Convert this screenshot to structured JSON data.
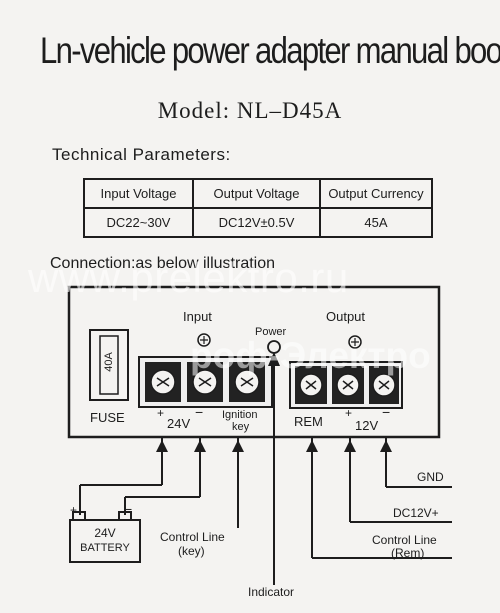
{
  "title": "Ln-vehicle power adapter manual book",
  "model": "Model:  NL–D45A",
  "technical_parameters": {
    "heading": "Technical Parameters:",
    "headers": [
      "Input Voltage",
      "Output Voltage",
      "Output Currency"
    ],
    "values": [
      "DC22~30V",
      "DC12V±0.5V",
      "45A"
    ]
  },
  "connection_heading": "Connection:as below illustration",
  "watermarks": [
    "www.prelektro.ru",
    "роф-Электро"
  ],
  "diagram": {
    "fuse_rating": "40A",
    "fuse_label": "FUSE",
    "input_label": "Input",
    "output_label": "Output",
    "power_label": "Power",
    "plus": "+",
    "minus": "−",
    "input_voltage": "24V",
    "ignition_label": "Ignition",
    "key_label": "key",
    "rem_label": "REM",
    "output_voltage": "12V",
    "gnd_label": "GND",
    "dc12v_label": "DC12V+",
    "control_line_rem_1": "Control Line",
    "control_line_rem_2": "(Rem)",
    "control_line_key_1": "Control Line",
    "control_line_key_2": "(key)",
    "battery_voltage": "24V",
    "battery_label": "BATTERY",
    "indicator_label": "Indicator"
  }
}
